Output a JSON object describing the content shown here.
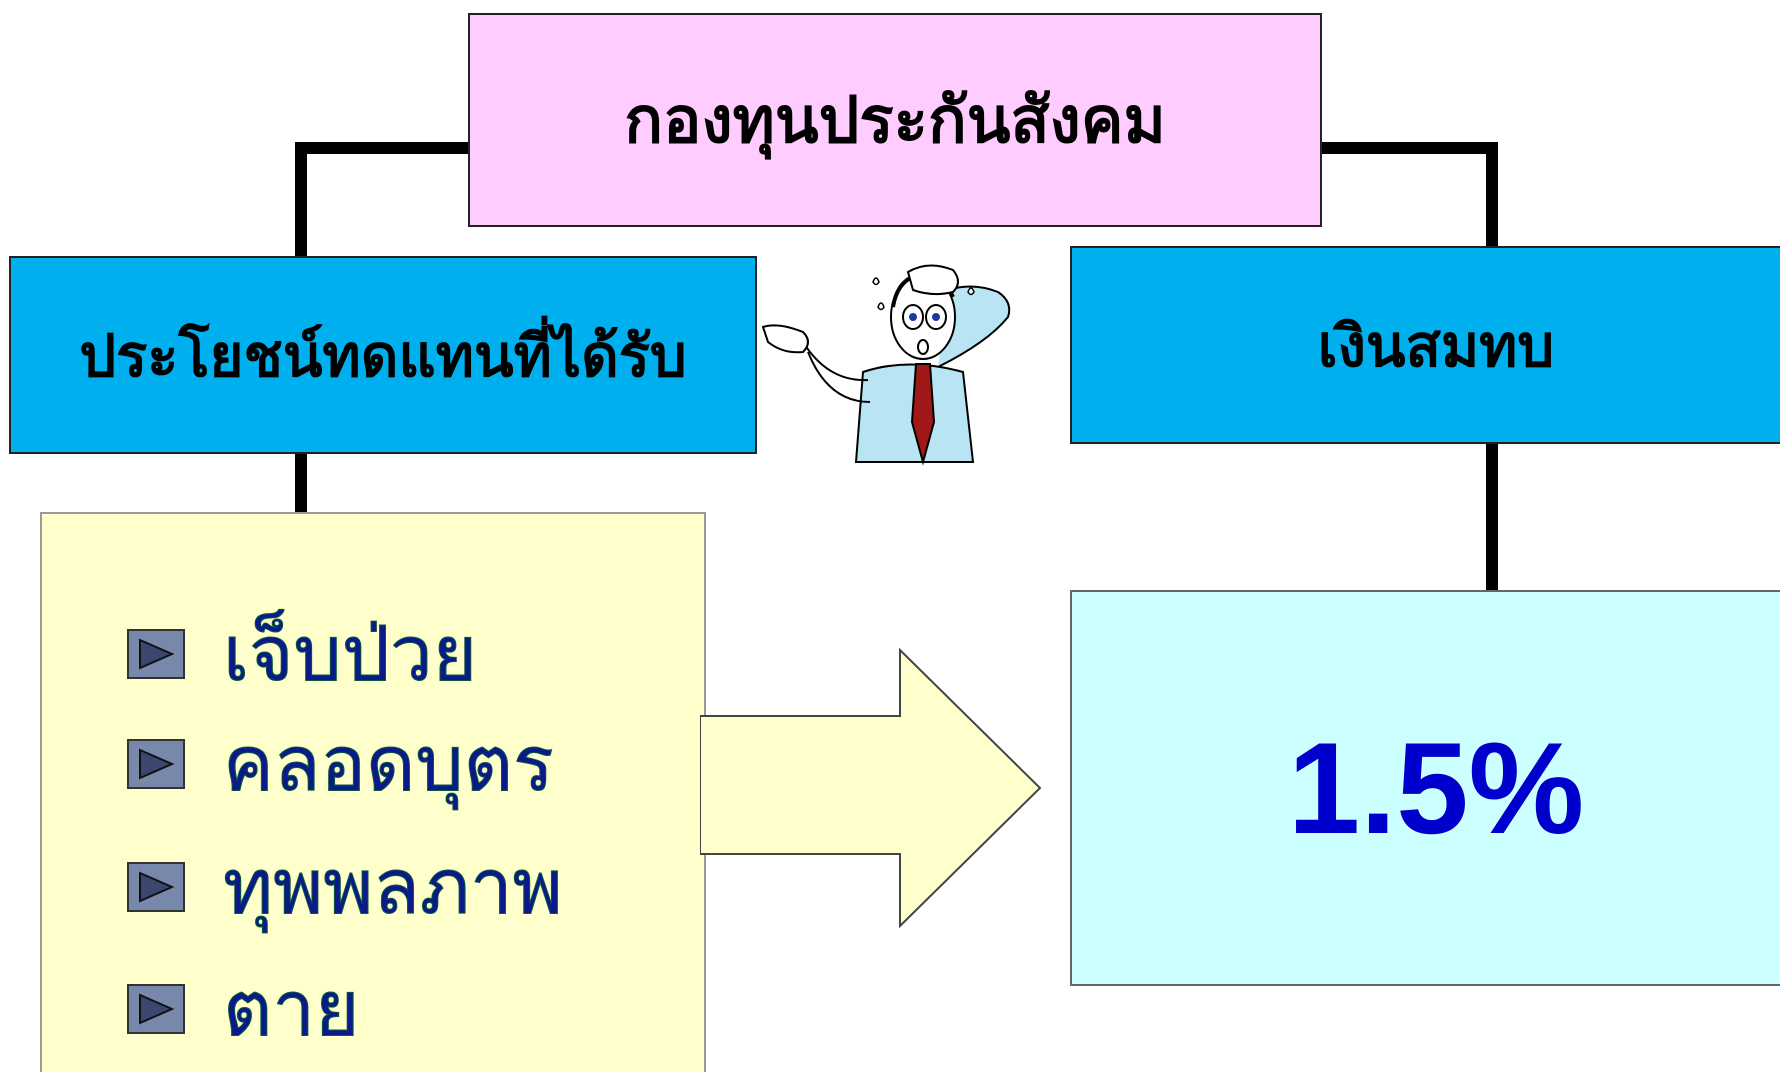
{
  "diagram": {
    "title": "กองทุนประกันสังคม",
    "benefits_heading": "ประโยชน์ทดแทนที่ได้รับ",
    "contribution_heading": "เงินสมทบ",
    "benefits": [
      {
        "label": "เจ็บป่วย"
      },
      {
        "label": "คลอดบุตร"
      },
      {
        "label": "ทุพพลภาพ"
      },
      {
        "label": "ตาย"
      }
    ],
    "contribution_rate": "1.5%"
  },
  "icons": {
    "bullet": "triangle-right-icon",
    "figure": "confused-man-icon",
    "arrow": "right-arrow-icon"
  },
  "colors": {
    "title_fill": "#ffccff",
    "heading_fill": "#00b0ee",
    "list_fill": "#ffffcc",
    "rate_fill": "#ccffff",
    "rate_text": "#0000cc",
    "item_text": "#0a1a8a"
  }
}
